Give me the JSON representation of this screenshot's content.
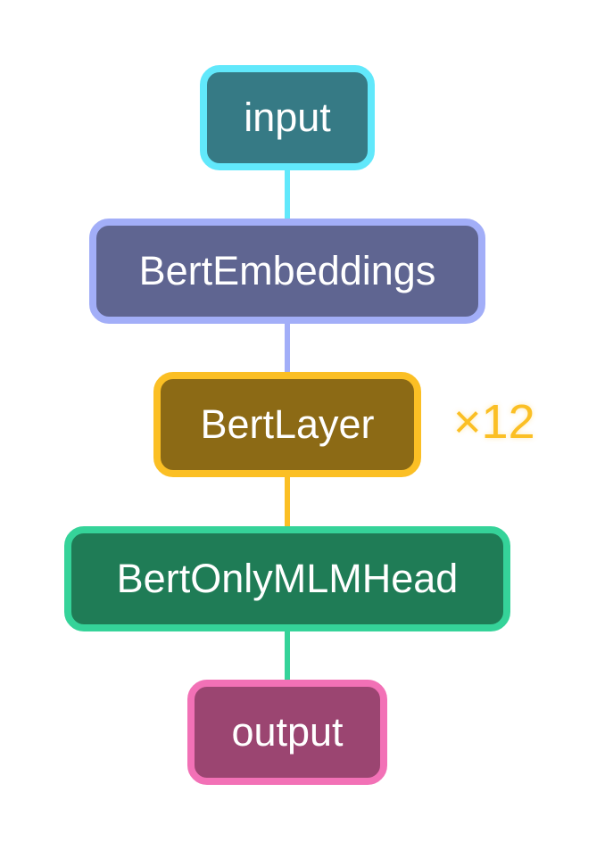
{
  "diagram": {
    "nodes": [
      {
        "id": "input",
        "label": "input",
        "fill": "#367a85",
        "border": "#61e8fb"
      },
      {
        "id": "embeddings",
        "label": "BertEmbeddings",
        "fill": "#5f6591",
        "border": "#a2aef8"
      },
      {
        "id": "layer",
        "label": "BertLayer",
        "fill": "#8c6a15",
        "border": "#fbbf24"
      },
      {
        "id": "mlm_head",
        "label": "BertOnlyMLMHead",
        "fill": "#1f7c56",
        "border": "#35d399"
      },
      {
        "id": "output",
        "label": "output",
        "fill": "#9b4571",
        "border": "#f271b6"
      }
    ],
    "edges": [
      {
        "from": "input",
        "to": "embeddings",
        "color": "#61e8fb"
      },
      {
        "from": "embeddings",
        "to": "layer",
        "color": "#a2aef8"
      },
      {
        "from": "layer",
        "to": "mlm_head",
        "color": "#fbbf24"
      },
      {
        "from": "mlm_head",
        "to": "output",
        "color": "#35d399"
      }
    ],
    "repeat_label": "×12",
    "repeat_color": "#fbbf24"
  }
}
